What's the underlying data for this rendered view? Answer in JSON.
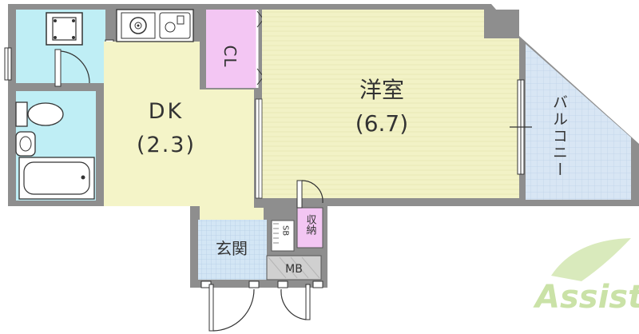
{
  "rooms": {
    "western_room_name": "洋室",
    "western_room_size": "(6.7)",
    "dk_name": "DK",
    "dk_size": "(2.3)",
    "closet": "CL",
    "balcony": "バルコニー",
    "entrance": "玄関",
    "storage": "収納",
    "shoe_box": "SB",
    "meter_box": "MB"
  },
  "logo": {
    "text": "Assist"
  },
  "colors": {
    "wall": "#8e8e8e",
    "western_room": "#f2f2c6",
    "dk": "#f4f4c8",
    "wet_area": "#bfeef5",
    "closet": "#f3c6f3",
    "balcony": "#d8e6f4",
    "entrance": "#cfe3f3",
    "logo_green": "#b9d98a"
  }
}
